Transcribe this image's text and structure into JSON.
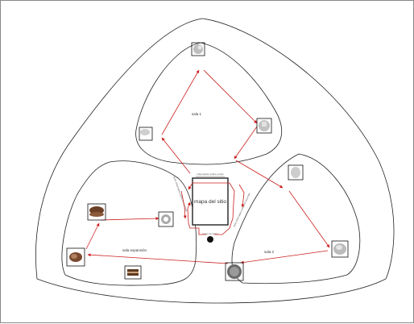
{
  "map": {
    "rooms": {
      "sala1": "sala 1",
      "sala2": "sala 2",
      "sala_expansion": "sala expansión"
    },
    "center_label": "mapa del sitio",
    "start_label": "punto de inicio",
    "info_label": "información sobre el sitio",
    "side_note_left": "texto informativo sobre el recorrido",
    "side_note_right": "texto informativo sobre el recorrido"
  },
  "colors": {
    "route": "#cc1f1f",
    "outline": "#222222",
    "background": "#ffffff"
  },
  "icons": [
    "artifact-photo-icon",
    "start-point-icon",
    "arrow-icon"
  ]
}
